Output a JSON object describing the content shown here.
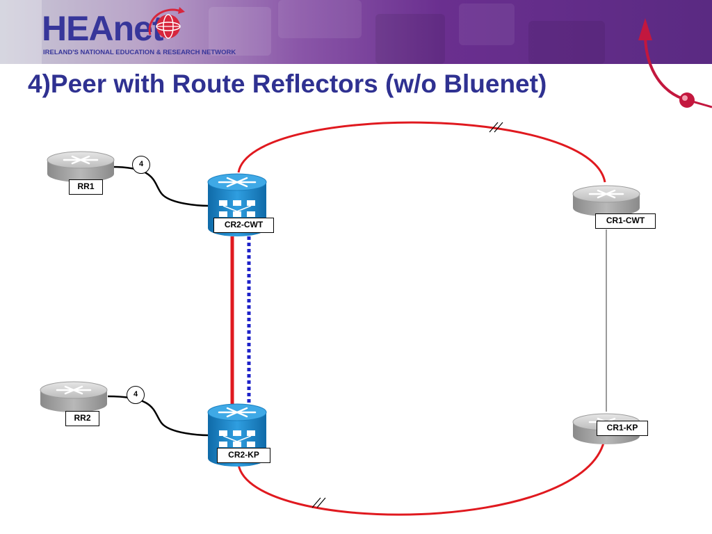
{
  "banner": {
    "logo_text": "HEAnet",
    "logo_subtitle": "IRELAND'S NATIONAL EDUCATION & RESEARCH NETWORK"
  },
  "slide": {
    "title": "4)Peer with Route Reflectors (w/o Bluenet)"
  },
  "diagram": {
    "nodes": {
      "rr1": {
        "label": "RR1",
        "kind": "router",
        "color": "#9a9a9a"
      },
      "rr2": {
        "label": "RR2",
        "kind": "router",
        "color": "#9a9a9a"
      },
      "cr2_cwt": {
        "label": "CR2-CWT",
        "kind": "multilayer-switch",
        "color": "#1f86c8"
      },
      "cr2_kp": {
        "label": "CR2-KP",
        "kind": "multilayer-switch",
        "color": "#1f86c8"
      },
      "cr1_cwt": {
        "label": "CR1-CWT",
        "kind": "router",
        "color": "#9a9a9a"
      },
      "cr1_kp": {
        "label": "CR1-KP",
        "kind": "router",
        "color": "#9a9a9a"
      }
    },
    "sessions": [
      {
        "label": "4",
        "from": "RR1",
        "to": "CR2-CWT"
      },
      {
        "label": "4",
        "from": "RR2",
        "to": "CR2-KP"
      }
    ],
    "links": [
      {
        "from": "CR2-CWT",
        "to": "CR1-CWT",
        "style": "red-solid-arc",
        "color": "#e0191f"
      },
      {
        "from": "CR2-KP",
        "to": "CR1-KP",
        "style": "red-solid-arc",
        "color": "#e0191f"
      },
      {
        "from": "CR2-CWT",
        "to": "CR2-KP",
        "style": "red-solid",
        "color": "#e0191f"
      },
      {
        "from": "CR2-CWT",
        "to": "CR2-KP",
        "style": "blue-dotted",
        "color": "#1e22c8"
      },
      {
        "from": "CR1-CWT",
        "to": "CR1-KP",
        "style": "gray-solid",
        "color": "#9a9a9a"
      }
    ]
  },
  "colors": {
    "title": "#2f3191",
    "link_red": "#e0191f",
    "link_blue": "#1e22c8",
    "accent_swoosh": "#c3173e"
  }
}
